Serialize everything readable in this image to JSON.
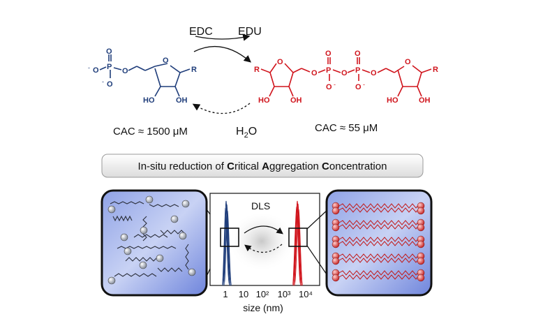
{
  "reaction": {
    "reagent_in": "EDC",
    "reagent_out": "EDU",
    "reverse_reagent": "H",
    "reverse_reagent_sub": "2",
    "reverse_reagent_tail": "O"
  },
  "left_molecule": {
    "color": "#1f3d7a",
    "substituent": "R",
    "hydroxyl_left": "HO",
    "hydroxyl_right": "OH",
    "cac_prefix": "CAC ≈ ",
    "cac_value": "1500 μM"
  },
  "right_molecule": {
    "color": "#d0141c",
    "substituent_left": "R",
    "substituent_right": "R",
    "cac_prefix": "CAC ≈ ",
    "cac_value": "55 μM"
  },
  "banner": {
    "segments": [
      {
        "text": "In-situ reduction of ",
        "bold": false
      },
      {
        "text": "C",
        "bold": true
      },
      {
        "text": "ritical ",
        "bold": false
      },
      {
        "text": "A",
        "bold": true
      },
      {
        "text": "ggregation ",
        "bold": false
      },
      {
        "text": "C",
        "bold": true
      },
      {
        "text": "oncentration",
        "bold": false
      }
    ]
  },
  "dls_panel": {
    "title": "DLS",
    "xlabel": "size (nm)",
    "tick_labels": [
      "1",
      "10",
      "10²",
      "10³",
      "10⁴"
    ]
  }
}
